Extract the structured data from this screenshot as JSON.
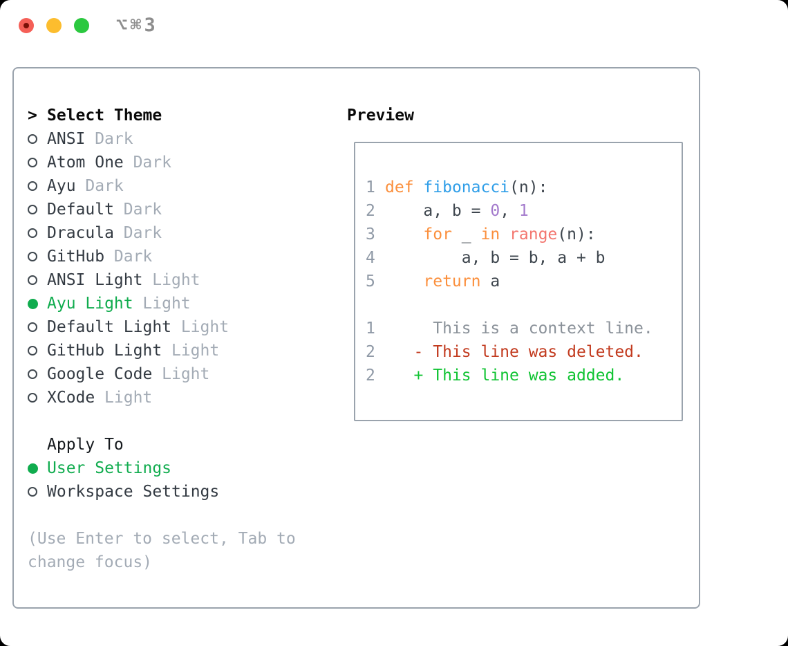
{
  "window": {
    "titlebar": {
      "shortcut": "⌥⌘3",
      "traffic_lights": [
        "close",
        "minimize",
        "zoom"
      ]
    }
  },
  "colors": {
    "accent_green": "#10ac4e",
    "panel_border": "#9aa3ad",
    "muted_gray": "#a3abb5",
    "text": "#333a42",
    "line_number": "#8f99a6",
    "code_plain": "#3e464e",
    "keyword_orange": "#fb8f3c",
    "function_blue": "#2f9ee8",
    "number_purple": "#a37acc",
    "builtin_coral": "#f3766f",
    "context_gray": "#8a9199",
    "deleted_red": "#c23a1e",
    "added_green": "#0fc332"
  },
  "theme_picker": {
    "header_prefix": ">",
    "header": "Select Theme",
    "items": [
      {
        "name": "ANSI",
        "variant": "Dark",
        "selected": false
      },
      {
        "name": "Atom One",
        "variant": "Dark",
        "selected": false
      },
      {
        "name": "Ayu",
        "variant": "Dark",
        "selected": false
      },
      {
        "name": "Default",
        "variant": "Dark",
        "selected": false
      },
      {
        "name": "Dracula",
        "variant": "Dark",
        "selected": false
      },
      {
        "name": "GitHub",
        "variant": "Dark",
        "selected": false
      },
      {
        "name": "ANSI Light",
        "variant": "Light",
        "selected": false
      },
      {
        "name": "Ayu Light",
        "variant": "Light",
        "selected": true
      },
      {
        "name": "Default Light",
        "variant": "Light",
        "selected": false
      },
      {
        "name": "GitHub Light",
        "variant": "Light",
        "selected": false
      },
      {
        "name": "Google Code",
        "variant": "Light",
        "selected": false
      },
      {
        "name": "XCode",
        "variant": "Light",
        "selected": false
      }
    ]
  },
  "apply_to": {
    "header": "Apply To",
    "options": [
      {
        "label": "User Settings",
        "selected": true
      },
      {
        "label": "Workspace Settings",
        "selected": false
      }
    ]
  },
  "help_text": "(Use Enter to select, Tab to change focus)",
  "preview": {
    "header": "Preview",
    "lines": [
      {
        "num": "1",
        "tokens": [
          [
            "keyword",
            "def"
          ],
          [
            "plain",
            " "
          ],
          [
            "function",
            "fibonacci"
          ],
          [
            "plain",
            "(n):"
          ]
        ]
      },
      {
        "num": "2",
        "tokens": [
          [
            "plain",
            "    a, b = "
          ],
          [
            "number",
            "0"
          ],
          [
            "plain",
            ", "
          ],
          [
            "number",
            "1"
          ]
        ]
      },
      {
        "num": "3",
        "tokens": [
          [
            "plain",
            "    "
          ],
          [
            "keyword",
            "for"
          ],
          [
            "plain",
            " _ "
          ],
          [
            "keyword",
            "in"
          ],
          [
            "plain",
            " "
          ],
          [
            "builtin",
            "range"
          ],
          [
            "plain",
            "(n):"
          ]
        ]
      },
      {
        "num": "4",
        "tokens": [
          [
            "plain",
            "        a, b = b, a + b"
          ]
        ]
      },
      {
        "num": "5",
        "tokens": [
          [
            "plain",
            "    "
          ],
          [
            "keyword",
            "return"
          ],
          [
            "plain",
            " a"
          ]
        ]
      },
      {
        "num": "",
        "tokens": []
      },
      {
        "num": "1",
        "tokens": [
          [
            "context",
            "     This is a context line."
          ]
        ]
      },
      {
        "num": "2",
        "tokens": [
          [
            "deleted",
            "   - This line was deleted."
          ]
        ]
      },
      {
        "num": "2",
        "tokens": [
          [
            "added",
            "   + This line was added."
          ]
        ]
      }
    ]
  }
}
